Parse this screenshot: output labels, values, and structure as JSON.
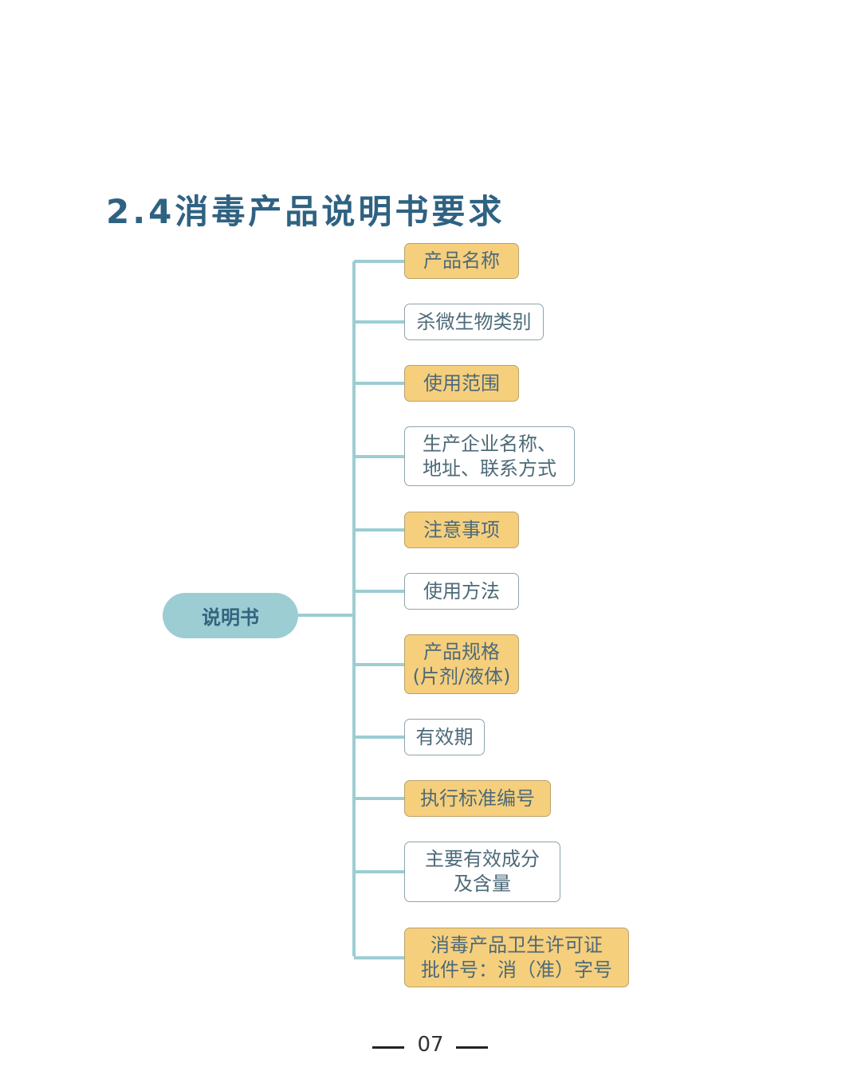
{
  "title": "2.4消毒产品说明书要求",
  "root": "说明书",
  "nodes": [
    {
      "label": "产品名称",
      "highlight": true
    },
    {
      "label": "杀微生物类别",
      "highlight": false
    },
    {
      "label": "使用范围",
      "highlight": true
    },
    {
      "label": "生产企业名称、\n地址、联系方式",
      "highlight": false
    },
    {
      "label": "注意事项",
      "highlight": true
    },
    {
      "label": "使用方法",
      "highlight": false
    },
    {
      "label": "产品规格\n(片剂/液体)",
      "highlight": true
    },
    {
      "label": "有效期",
      "highlight": false
    },
    {
      "label": "执行标准编号",
      "highlight": true
    },
    {
      "label": "主要有效成分\n及含量",
      "highlight": false
    },
    {
      "label": "消毒产品卫生许可证\n批件号：消（准）字号",
      "highlight": true
    }
  ],
  "page_number": "07",
  "colors": {
    "title": "#2f6282",
    "connector": "#9ccdd3",
    "highlight": "#f6cf7d"
  }
}
